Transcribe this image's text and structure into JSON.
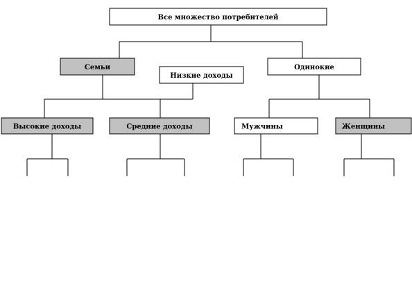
{
  "colors": {
    "plain_fill": "#ffffff",
    "shaded_fill": "#c0c0c0",
    "line": "#000000"
  },
  "nodes": {
    "root": {
      "label": "Все множество потребителей",
      "shaded": false
    },
    "families": {
      "label": "Семьи",
      "shaded": true
    },
    "low_income": {
      "label": "Низкие доходы",
      "shaded": false
    },
    "singles": {
      "label": "Одинокие",
      "shaded": false
    },
    "high_income": {
      "label": "Высокие доходы",
      "shaded": true
    },
    "middle_income": {
      "label": "Средние доходы",
      "shaded": true
    },
    "men": {
      "label": "Мужчины",
      "shaded": false
    },
    "women": {
      "label": "Женщины",
      "shaded": true
    }
  }
}
